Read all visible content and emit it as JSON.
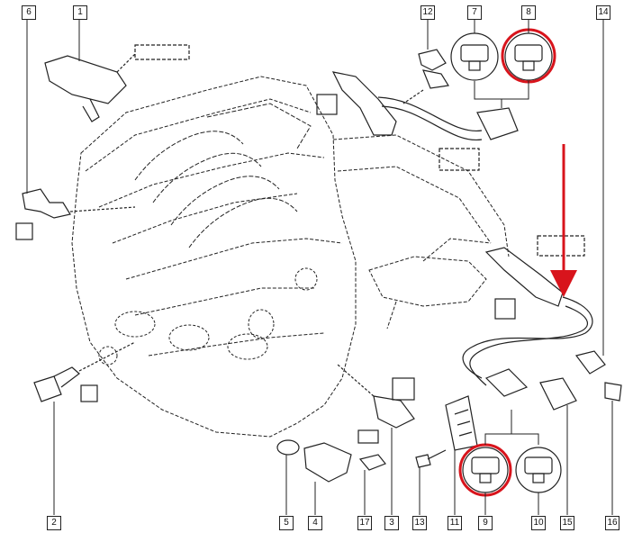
{
  "callouts": {
    "c1": "1",
    "c2": "2",
    "c3": "3",
    "c4": "4",
    "c5": "5",
    "c6": "6",
    "c7": "7",
    "c8": "8",
    "c9": "9",
    "c10": "10",
    "c11": "11",
    "c12": "12",
    "c13": "13",
    "c14": "14",
    "c15": "15",
    "c16": "16",
    "c17": "17"
  },
  "colors": {
    "line": "#222222",
    "highlight": "#d8141c",
    "paper": "#ffffff"
  }
}
